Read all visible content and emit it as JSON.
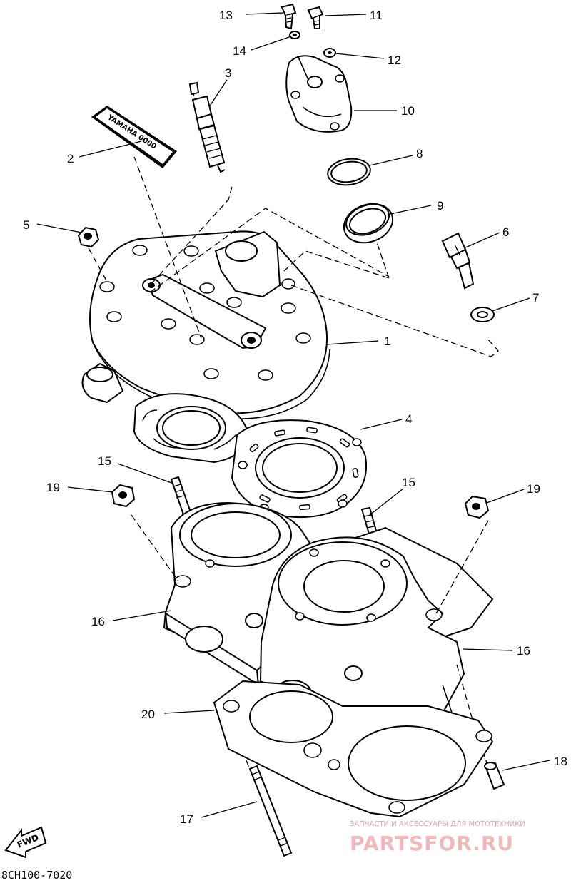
{
  "diagram_code": "8CH100-7020",
  "fwd_label": "FWD",
  "decal_text": "YAMAHA 0000",
  "watermark": {
    "line1": "ЗАПЧАСТИ И АКСЕССУАРЫ ДЛЯ МОТОТЕХНИКИ",
    "line2": "PARTSFOR.RU"
  },
  "callouts": [
    {
      "id": "c13",
      "num": "13"
    },
    {
      "id": "c11",
      "num": "11"
    },
    {
      "id": "c14",
      "num": "14"
    },
    {
      "id": "c12",
      "num": "12"
    },
    {
      "id": "c3",
      "num": "3"
    },
    {
      "id": "c10",
      "num": "10"
    },
    {
      "id": "c2",
      "num": "2"
    },
    {
      "id": "c8",
      "num": "8"
    },
    {
      "id": "c9",
      "num": "9"
    },
    {
      "id": "c5",
      "num": "5"
    },
    {
      "id": "c6",
      "num": "6"
    },
    {
      "id": "c7",
      "num": "7"
    },
    {
      "id": "c1",
      "num": "1"
    },
    {
      "id": "c4",
      "num": "4"
    },
    {
      "id": "c15a",
      "num": "15"
    },
    {
      "id": "c15b",
      "num": "15"
    },
    {
      "id": "c19a",
      "num": "19"
    },
    {
      "id": "c19b",
      "num": "19"
    },
    {
      "id": "c16a",
      "num": "16"
    },
    {
      "id": "c16b",
      "num": "16"
    },
    {
      "id": "c20",
      "num": "20"
    },
    {
      "id": "c18",
      "num": "18"
    },
    {
      "id": "c17",
      "num": "17"
    }
  ]
}
